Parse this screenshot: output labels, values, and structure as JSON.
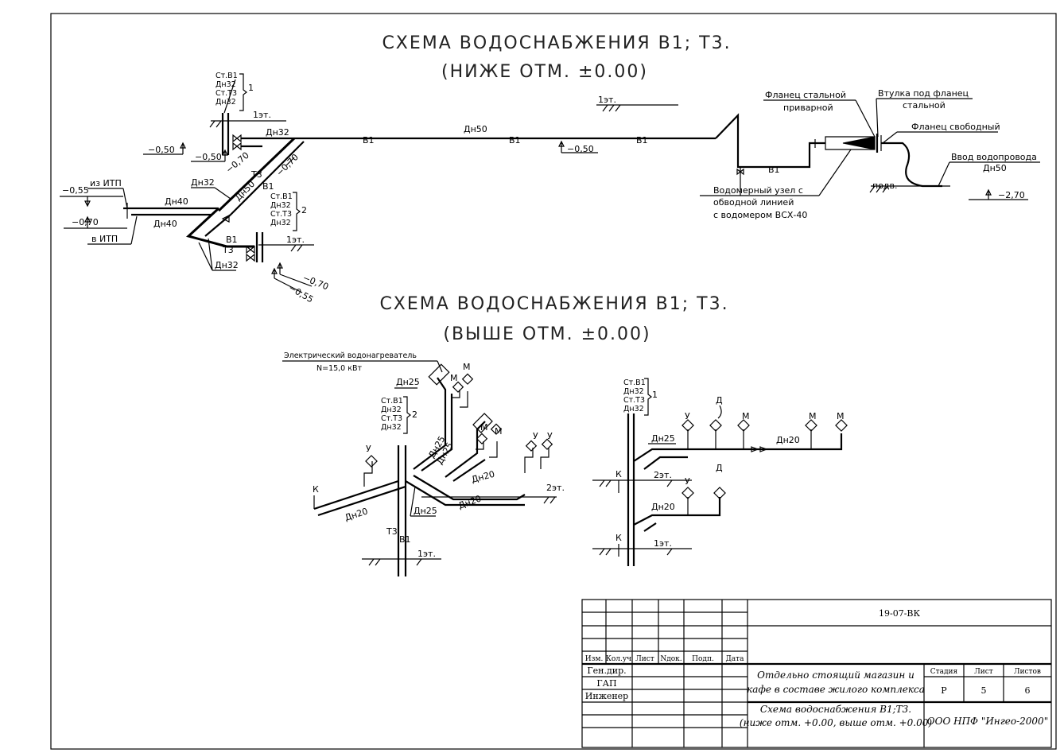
{
  "schemes": {
    "lower": {
      "title": "СХЕМА ВОДОСНАБЖЕНИЯ В1; Т3.",
      "subtitle": "(НИЖЕ ОТМ. ±0.00)"
    },
    "upper": {
      "title": "СХЕМА ВОДОСНАБЖЕНИЯ В1; Т3.",
      "subtitle": "(ВЫШЕ ОТМ. ±0.00)"
    }
  },
  "lower_labels": {
    "riser1": [
      "Ст.В1",
      "Дн32",
      "Ст.Т3",
      "Дн32"
    ],
    "riser1_num": "1",
    "riser2": [
      "Ст.В1",
      "Дн32",
      "Ст.Т3",
      "Дн32"
    ],
    "riser2_num": "2",
    "floor1_a": "1эт.",
    "floor1_b": "1эт.",
    "floor1_c": "1эт.",
    "dn32_a": "Дн32",
    "dn32_b": "Дн32",
    "dn32_c": "Дн32",
    "dn50_main": "Дн50",
    "dn50_diag": "Дн50",
    "dn40_top": "Дн40",
    "dn40_bot": "Дн40",
    "dn50_input": "Дн50",
    "b1_1": "В1",
    "b1_2": "В1",
    "b1_3": "В1",
    "b1_4": "В1",
    "b1_5": "В1",
    "b1_6": "В1",
    "t3_1": "Т3",
    "t3_2": "Т3",
    "mark_m050_a": "−0,50",
    "mark_m050_b": "−0,50",
    "mark_m050_c": "−0,50",
    "mark_m070_a": "−0,70",
    "mark_m070_b": "−0,70",
    "mark_m070_c": "−0,70",
    "mark_m070_d": "−0,70",
    "mark_m055_a": "−0,55",
    "mark_m055_b": "−0,55",
    "mark_m270": "−2,70",
    "from_itp": "из ИТП",
    "to_itp": "в ИТП",
    "flange_steel_1": "Фланец стальной",
    "flange_steel_2": "приварной",
    "sleeve_1": "Втулка под фланец",
    "sleeve_2": "стальной",
    "flange_free": "Фланец свободный",
    "water_input_1": "Ввод водопровода",
    "basement": "подв.",
    "meter_1": "Водомерный узел с",
    "meter_2": "обводной линией",
    "meter_3": "с водомером ВСХ-40"
  },
  "upper_labels": {
    "heater_1": "Электрический водонагреватель",
    "heater_2": "N=15,0 кВт",
    "dn25_a": "Дн25",
    "dn25_b": "Дн25",
    "dn25_c": "Дн25",
    "dn25_d": "Дн25",
    "dn20_a": "Дн20",
    "dn20_b": "Дн20",
    "dn20_c": "Дн20",
    "dn20_d": "Дн20",
    "dn20_e": "Дн20",
    "riser2": [
      "Ст.В1",
      "Дн32",
      "Ст.Т3",
      "Дн32"
    ],
    "riser2_num": "2",
    "riser1": [
      "Ст.В1",
      "Дн32",
      "Ст.Т3",
      "Дн32"
    ],
    "riser1_num": "1",
    "floor2_a": "2эт.",
    "floor2_b": "2эт.",
    "floor1_a": "1эт.",
    "floor1_b": "1эт.",
    "t3": "Т3",
    "b1": "В1",
    "k1": "К",
    "k2": "К",
    "k3": "К",
    "u": "У",
    "m": "М",
    "d": "Д"
  },
  "stamp": {
    "code": "19-07-ВК",
    "col_headers": [
      "Изм.",
      "Кол.уч",
      "Лист",
      "Nдок.",
      "Подп.",
      "Дата"
    ],
    "roles": [
      "Ген.дир.",
      "ГАП",
      "Инженер"
    ],
    "object_1": "Отдельно стоящий магазин и",
    "object_2": "кафе в составе жилого комплекса",
    "stage_header": "Стадия",
    "sheet_header": "Лист",
    "sheets_header": "Листов",
    "stage": "Р",
    "sheet": "5",
    "sheets": "6",
    "drawing_1": "Схема водоснабжения В1;Т3.",
    "drawing_2": "(ниже отм. +0.00, выше отм. +0.00)",
    "company": "ООО НПФ \"Ингео-2000\""
  }
}
